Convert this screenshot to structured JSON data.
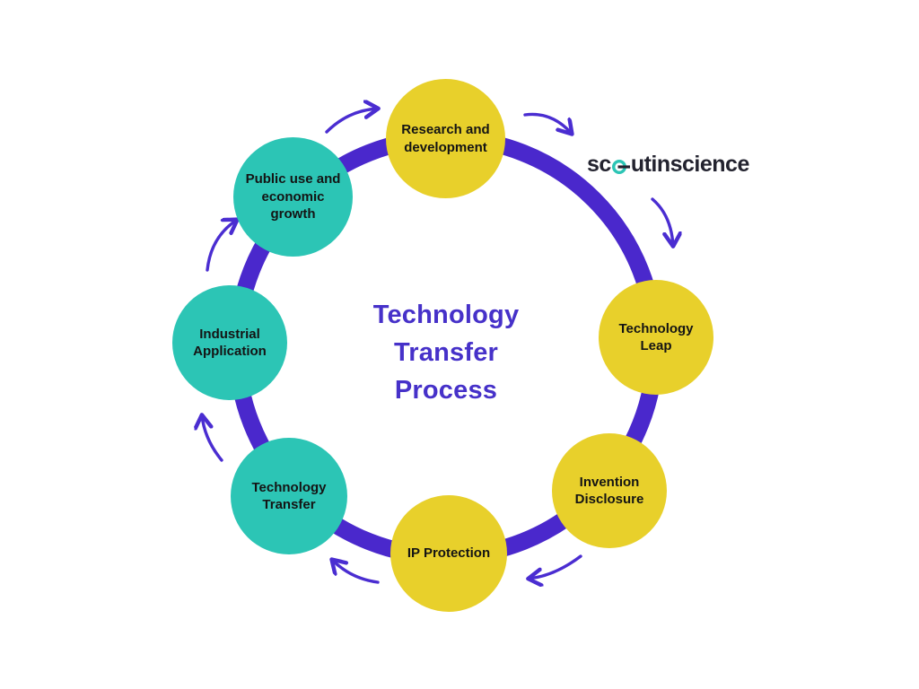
{
  "title": {
    "text": "Technology Transfer Process",
    "color": "#4631c9"
  },
  "logo": {
    "text": "scoutinscience",
    "prefix": "sc",
    "o_letter": "o",
    "suffix": "utinscience",
    "text_color": "#23232f",
    "accent_color": "#2cc5b5"
  },
  "colors": {
    "background": "#ffffff",
    "ring_purple": "#4a28cc",
    "arrow_purple": "#4a2dd1",
    "step_yellow": "#e8d02b",
    "step_teal": "#2cc5b5",
    "step_text": "#141414"
  },
  "diagram": {
    "type": "cycle",
    "direction": "clockwise",
    "steps": [
      {
        "label": "Research and development",
        "color": "#e8d02b",
        "position": "top"
      },
      {
        "label": "Technology Leap",
        "color": "#e8d02b",
        "position": "right"
      },
      {
        "label": "Invention Disclosure",
        "color": "#e8d02b",
        "position": "bottom-right"
      },
      {
        "label": "IP Protection",
        "color": "#e8d02b",
        "position": "bottom"
      },
      {
        "label": "Technology Transfer",
        "color": "#2cc5b5",
        "position": "bottom-left"
      },
      {
        "label": "Industrial Application",
        "color": "#2cc5b5",
        "position": "left"
      },
      {
        "label": "Public use and economic growth",
        "color": "#2cc5b5",
        "position": "top-left"
      }
    ],
    "arrows": [
      {
        "from": "Public use and economic growth",
        "to": "Research and development"
      },
      {
        "from": "Research and development",
        "to": "Technology Leap",
        "segment": "upper"
      },
      {
        "from": "Research and development",
        "to": "Technology Leap",
        "segment": "lower"
      },
      {
        "from": "Invention Disclosure",
        "to": "IP Protection"
      },
      {
        "from": "IP Protection",
        "to": "Technology Transfer"
      },
      {
        "from": "Technology Transfer",
        "to": "Industrial Application"
      },
      {
        "from": "Industrial Application",
        "to": "Public use and economic growth"
      }
    ]
  }
}
